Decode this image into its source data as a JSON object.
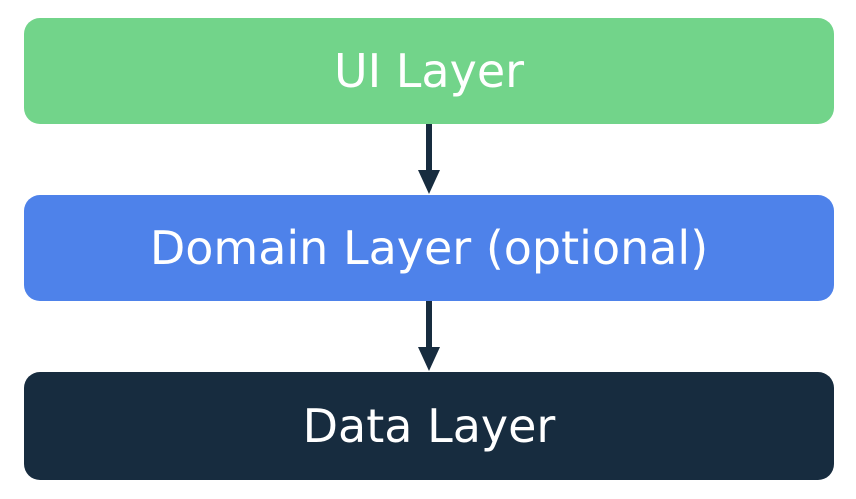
{
  "colors": {
    "ui_layer_bg": "#72d48a",
    "ui_layer_text": "#ffffff",
    "domain_layer_bg": "#4e82ea",
    "domain_layer_text": "#ffffff",
    "data_layer_bg": "#172c3f",
    "data_layer_text": "#ffffff",
    "arrow": "#172c3f"
  },
  "layers": [
    {
      "label": "UI Layer"
    },
    {
      "label": "Domain Layer (optional)"
    },
    {
      "label": "Data Layer"
    }
  ]
}
